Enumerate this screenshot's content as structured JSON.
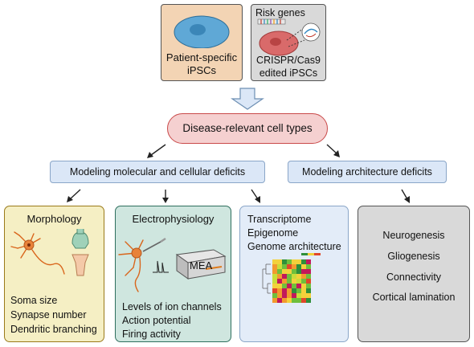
{
  "top": {
    "patient_line1": "Patient-specific",
    "patient_line2": "iPSCs",
    "crispr_title": "Risk genes",
    "crispr_line1": "CRISPR/Cas9",
    "crispr_line2": "edited iPSCs"
  },
  "center": {
    "title": "Disease-relevant cell types"
  },
  "branches": {
    "molecular": "Modeling molecular and cellular deficits",
    "architecture": "Modeling architecture deficits"
  },
  "cards": {
    "morphology": {
      "title": "Morphology",
      "items": [
        "Soma size",
        "Synapse number",
        "Dendritic branching"
      ]
    },
    "electrophysiology": {
      "title": "Electrophysiology",
      "mea_label": "MEA",
      "items": [
        "Levels of ion channels",
        "Action potential",
        "Firing activity"
      ]
    },
    "omics": {
      "items": [
        "Transcriptome",
        "Epigenome",
        "Genome architecture"
      ]
    },
    "architecture": {
      "items": [
        "Neurogenesis",
        "Gliogenesis",
        "Connectivity",
        "Cortical lamination"
      ]
    }
  },
  "colors": {
    "patient_fill": "#f3d4b4",
    "crispr_fill": "#d9d9d9",
    "center_fill": "#f5d0d0",
    "center_border": "#c94a4a",
    "branch_fill": "#dbe7f7",
    "morph_fill": "#f5efc4",
    "morph_border": "#9a7a1a",
    "ephys_fill": "#cfe6df",
    "ephys_border": "#2f6f5e",
    "omics_fill": "#e3ecf8",
    "arch_fill": "#d9d9d9"
  }
}
